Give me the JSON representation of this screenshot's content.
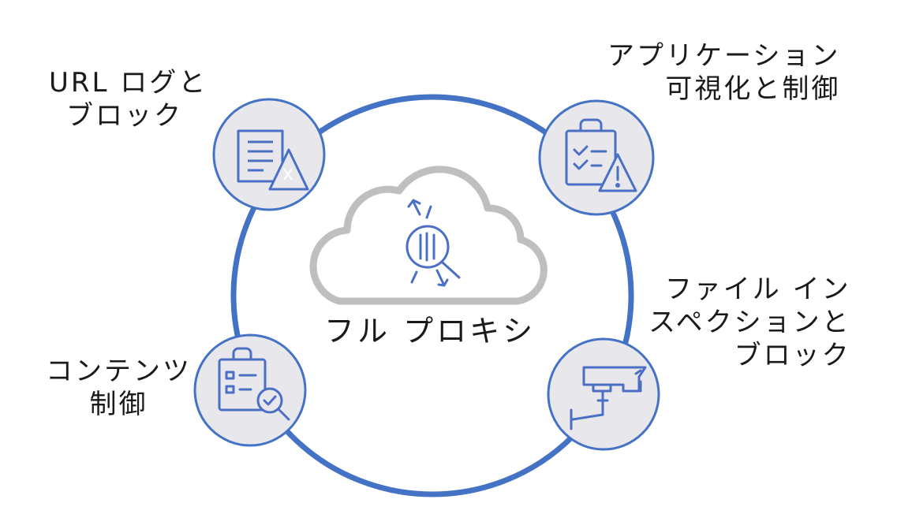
{
  "center": {
    "title": "フル プロキシ"
  },
  "features": {
    "url_log": {
      "line1": "URL ログと",
      "line2": "ブロック",
      "icon": "document-warning-icon"
    },
    "app_visibility": {
      "line1": "アプリケーション",
      "line2": "可視化と制御",
      "icon": "checklist-warning-icon"
    },
    "file_inspection": {
      "line1": "ファイル イン",
      "line2": "スペクションと",
      "line3": "ブロック",
      "icon": "security-camera-icon"
    },
    "content_control": {
      "line1": "コンテンツ",
      "line2": "制御",
      "icon": "checklist-search-icon"
    }
  },
  "colors": {
    "ring": "#4472c4",
    "node_fill": "#e8e8ec",
    "icon": "#4a6fc5",
    "cloud": "#bfbfbf"
  }
}
